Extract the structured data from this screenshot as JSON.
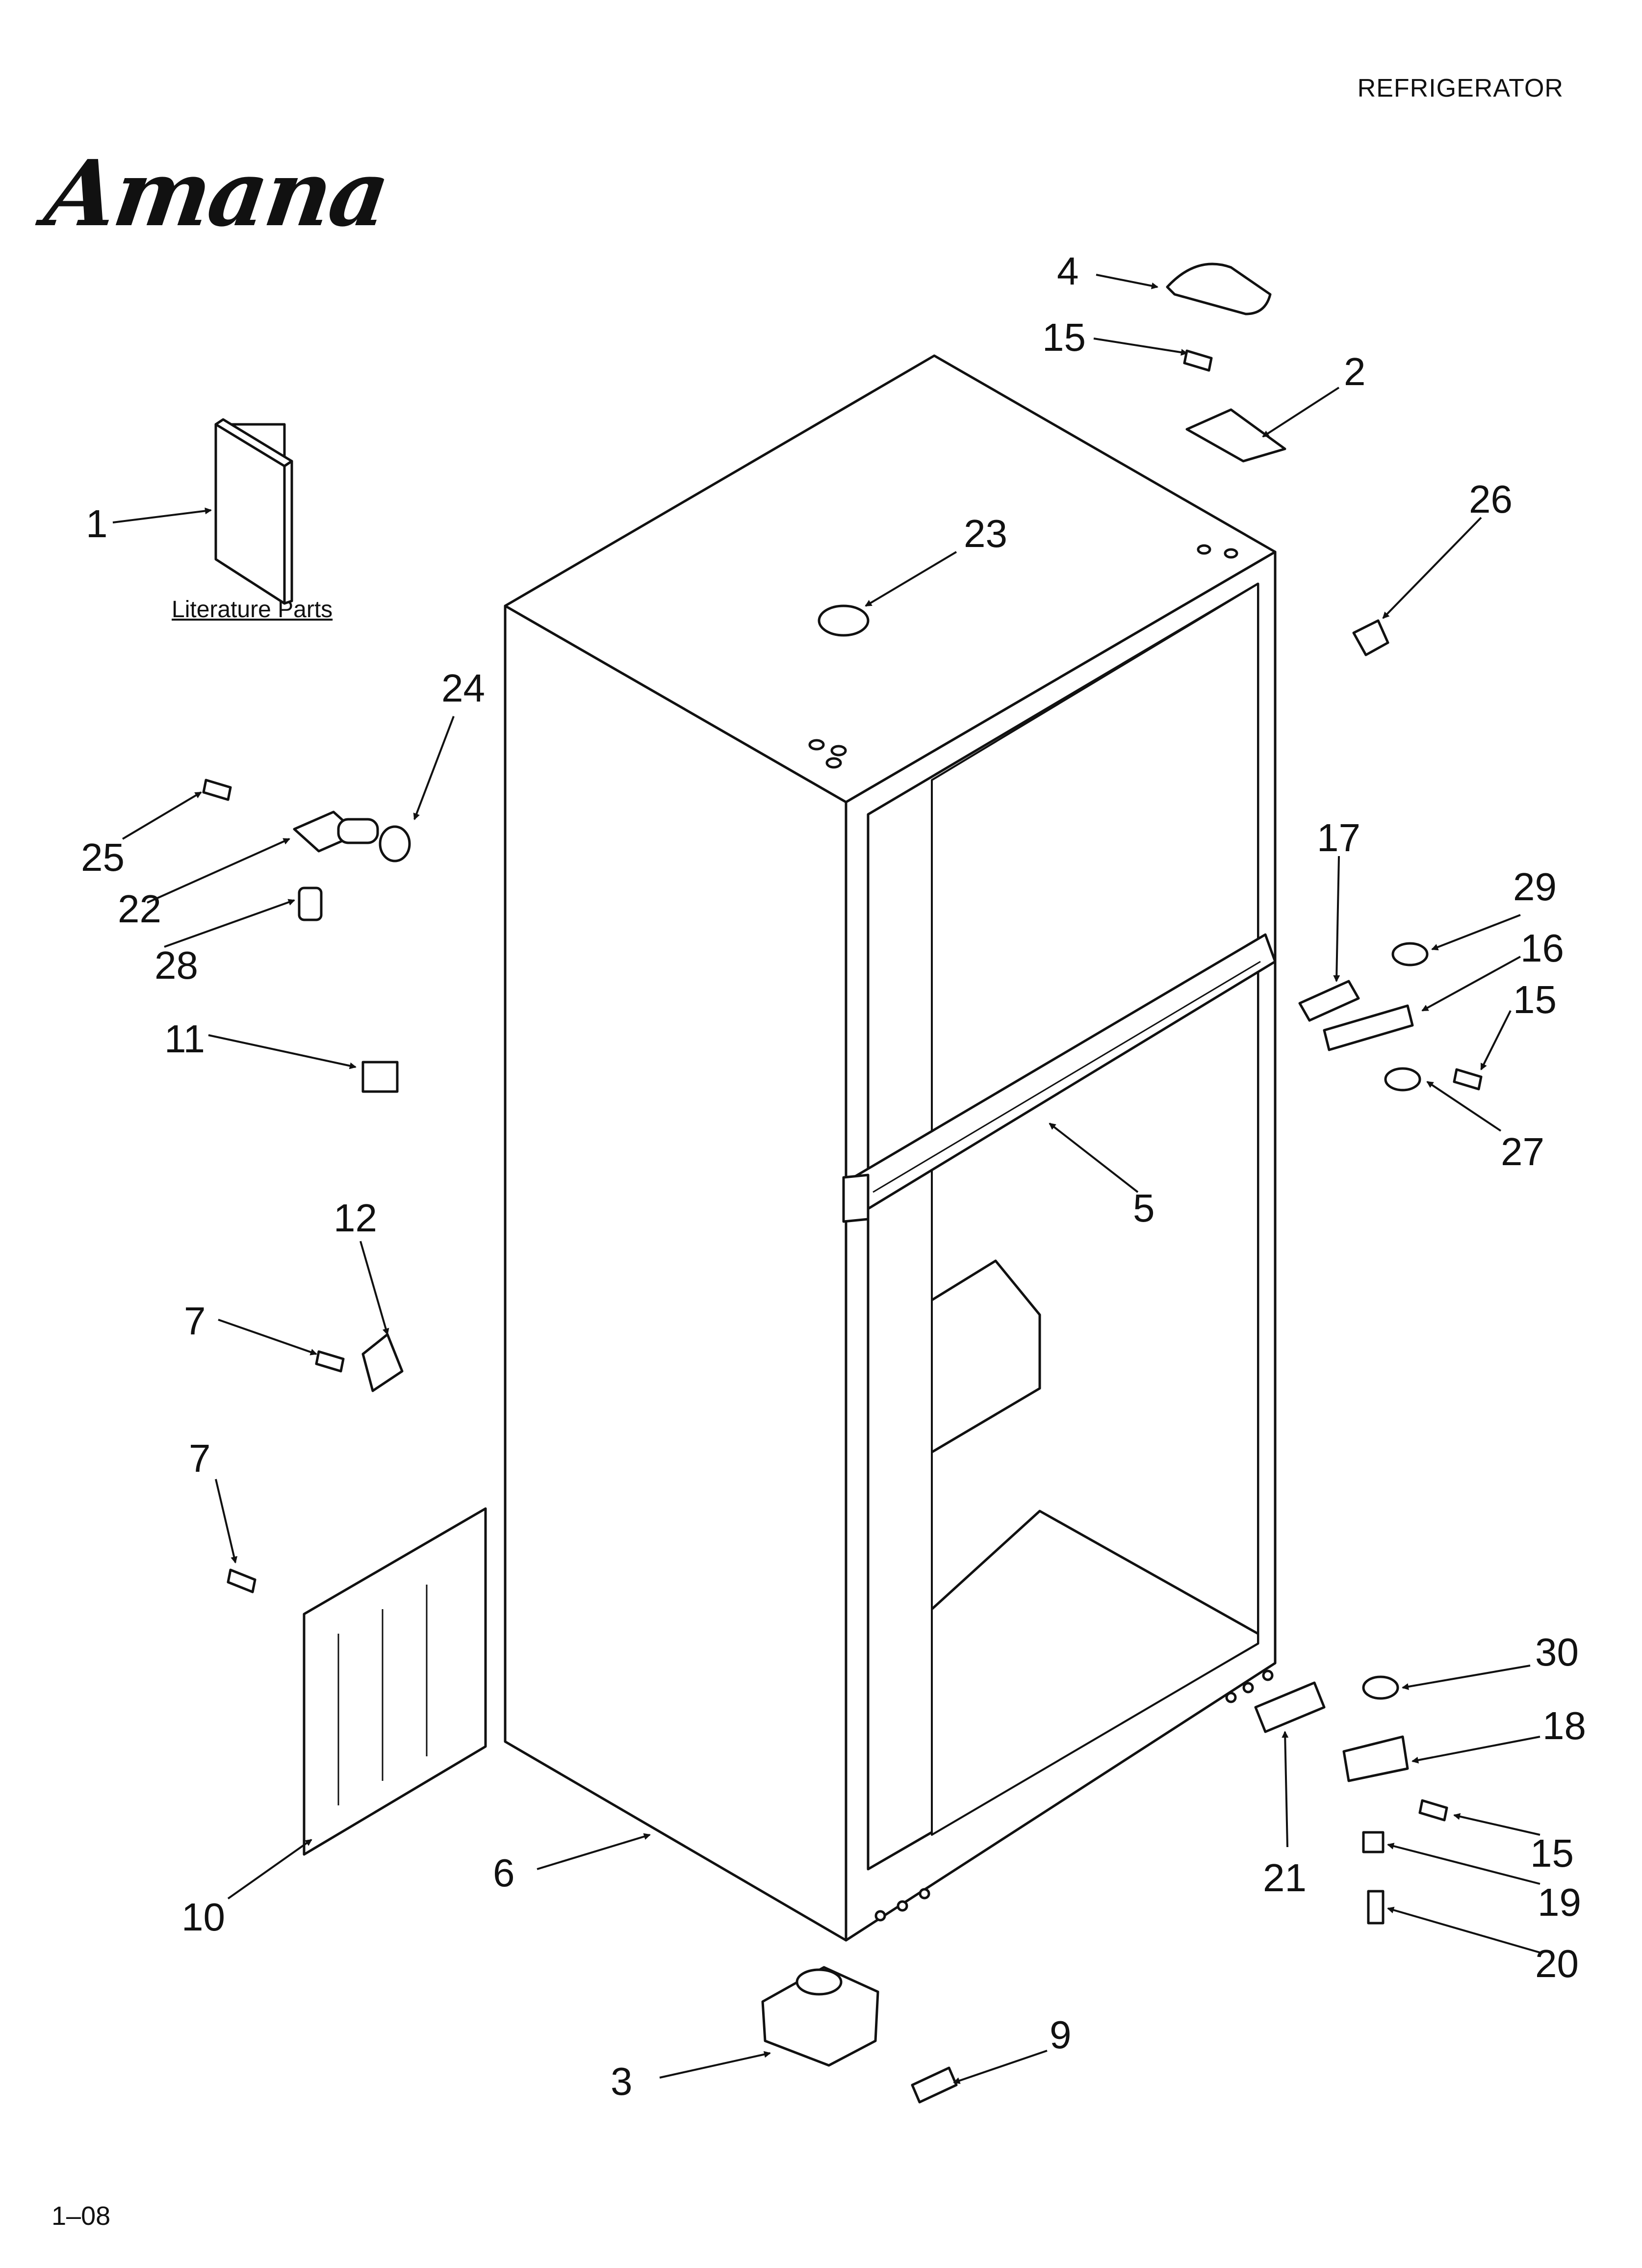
{
  "header": {
    "title": "REFRIGERATOR"
  },
  "brand": {
    "logo_text": "Amana"
  },
  "footer": {
    "page_code": "1–08"
  },
  "literature": {
    "label": "Literature Parts"
  },
  "colors": {
    "line": "#111111",
    "fill": "#ffffff",
    "shade": "#dddddd"
  },
  "callouts": [
    {
      "id": "c1",
      "label": "1"
    },
    {
      "id": "c2",
      "label": "2"
    },
    {
      "id": "c3",
      "label": "3"
    },
    {
      "id": "c4",
      "label": "4"
    },
    {
      "id": "c5",
      "label": "5"
    },
    {
      "id": "c6",
      "label": "6"
    },
    {
      "id": "c7a",
      "label": "7"
    },
    {
      "id": "c7b",
      "label": "7"
    },
    {
      "id": "c9",
      "label": "9"
    },
    {
      "id": "c10",
      "label": "10"
    },
    {
      "id": "c11",
      "label": "11"
    },
    {
      "id": "c12",
      "label": "12"
    },
    {
      "id": "c15a",
      "label": "15"
    },
    {
      "id": "c15b",
      "label": "15"
    },
    {
      "id": "c15c",
      "label": "15"
    },
    {
      "id": "c16",
      "label": "16"
    },
    {
      "id": "c17",
      "label": "17"
    },
    {
      "id": "c18",
      "label": "18"
    },
    {
      "id": "c19",
      "label": "19"
    },
    {
      "id": "c20",
      "label": "20"
    },
    {
      "id": "c21",
      "label": "21"
    },
    {
      "id": "c22",
      "label": "22"
    },
    {
      "id": "c23",
      "label": "23"
    },
    {
      "id": "c24",
      "label": "24"
    },
    {
      "id": "c25",
      "label": "25"
    },
    {
      "id": "c26",
      "label": "26"
    },
    {
      "id": "c27",
      "label": "27"
    },
    {
      "id": "c28",
      "label": "28"
    },
    {
      "id": "c29",
      "label": "29"
    },
    {
      "id": "c30",
      "label": "30"
    }
  ]
}
